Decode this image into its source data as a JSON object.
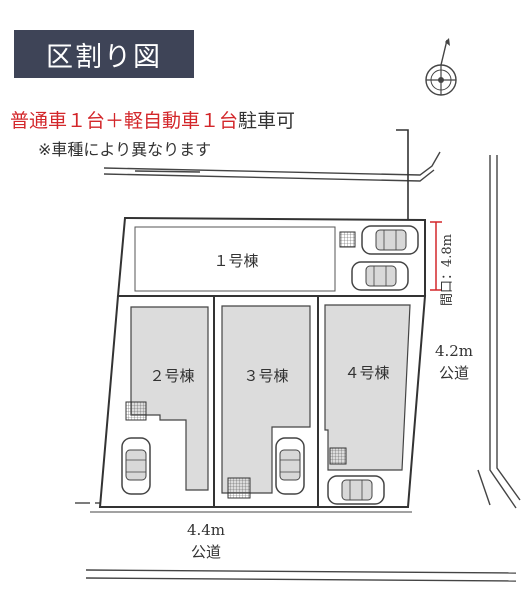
{
  "title": "区割り図",
  "parking_note": {
    "red_text": "普通車１台＋軽自動車１台",
    "black_text": "駐車可",
    "sub": "※車種により異なります"
  },
  "buildings": [
    {
      "label": "１号棟"
    },
    {
      "label": "２号棟"
    },
    {
      "label": "３号棟"
    },
    {
      "label": "４号棟"
    }
  ],
  "frontage": "間口：4.8m",
  "road_east": {
    "width": "4.2m",
    "name": "公道"
  },
  "road_south": {
    "width": "4.4m",
    "name": "公道"
  },
  "colors": {
    "title_bg": "#3e4457",
    "red": "#d3272b",
    "lot_fill": "#dcdcdc",
    "dim_red": "#d3272b"
  },
  "icons": [
    "compass-icon",
    "car-icon",
    "meter-box-icon"
  ]
}
